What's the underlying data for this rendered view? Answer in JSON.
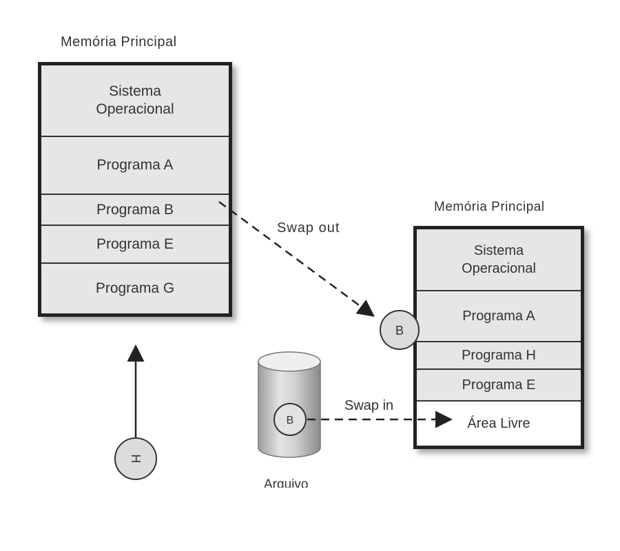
{
  "left_memory": {
    "title": "Memória Principal",
    "blocks": [
      "Sistema\nOperacional",
      "Programa A",
      "Programa B",
      "Programa E",
      "Programa G"
    ]
  },
  "right_memory": {
    "title": "Memória Principal",
    "blocks": [
      "Sistema\nOperacional",
      "Programa A",
      "Programa H",
      "Programa E",
      "Área Livre"
    ]
  },
  "labels": {
    "swap_out": "Swap out",
    "swap_in": "Swap in",
    "disk": "Arquivo"
  },
  "circles": {
    "b_out": "B",
    "b_in": "B",
    "h_in": "H"
  }
}
